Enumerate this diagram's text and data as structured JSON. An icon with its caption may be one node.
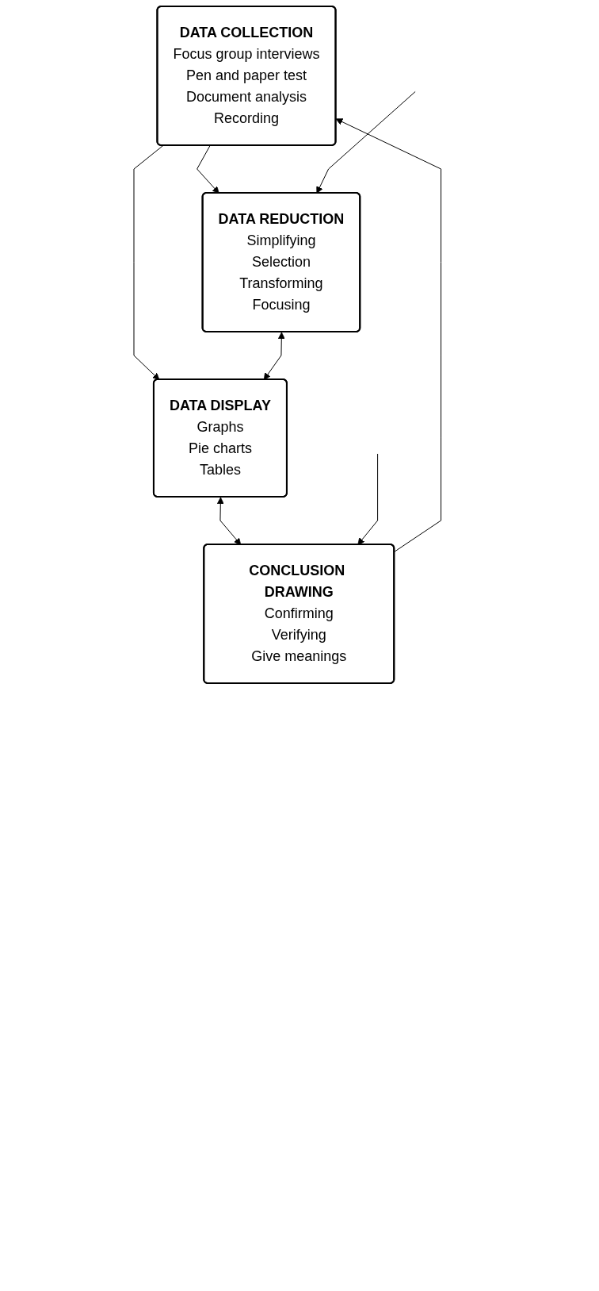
{
  "diagram": {
    "nodes": [
      {
        "text": [
          "DATA COLLECTION",
          "Focus group interviews",
          "Pen and paper test",
          "Document analysis",
          "Recording"
        ]
      },
      {
        "text": [
          "DATA REDUCTION",
          "Simplifying",
          "Selection",
          "Transforming",
          "Focusing"
        ]
      },
      {
        "text": [
          "DATA DISPLAY",
          "Graphs",
          "Pie charts",
          "Tables"
        ]
      },
      {
        "text": [
          "CONCLUSION DRAWING",
          "Confirming",
          "Verifying",
          "Give meanings"
        ]
      }
    ],
    "edges": [
      {
        "from": 3,
        "to": 0,
        "arrow": "to"
      },
      {
        "from": 0,
        "to": 2,
        "arrow": "to"
      },
      {
        "from": 0,
        "to": 1,
        "arrow": "to"
      },
      {
        "from": null,
        "to": 1,
        "arrow": "to"
      },
      {
        "from": 1,
        "to": 2,
        "arrow": "both"
      },
      {
        "from": 2,
        "to": 3,
        "arrow": "both"
      },
      {
        "from": null,
        "to": 3,
        "arrow": "to"
      }
    ]
  }
}
